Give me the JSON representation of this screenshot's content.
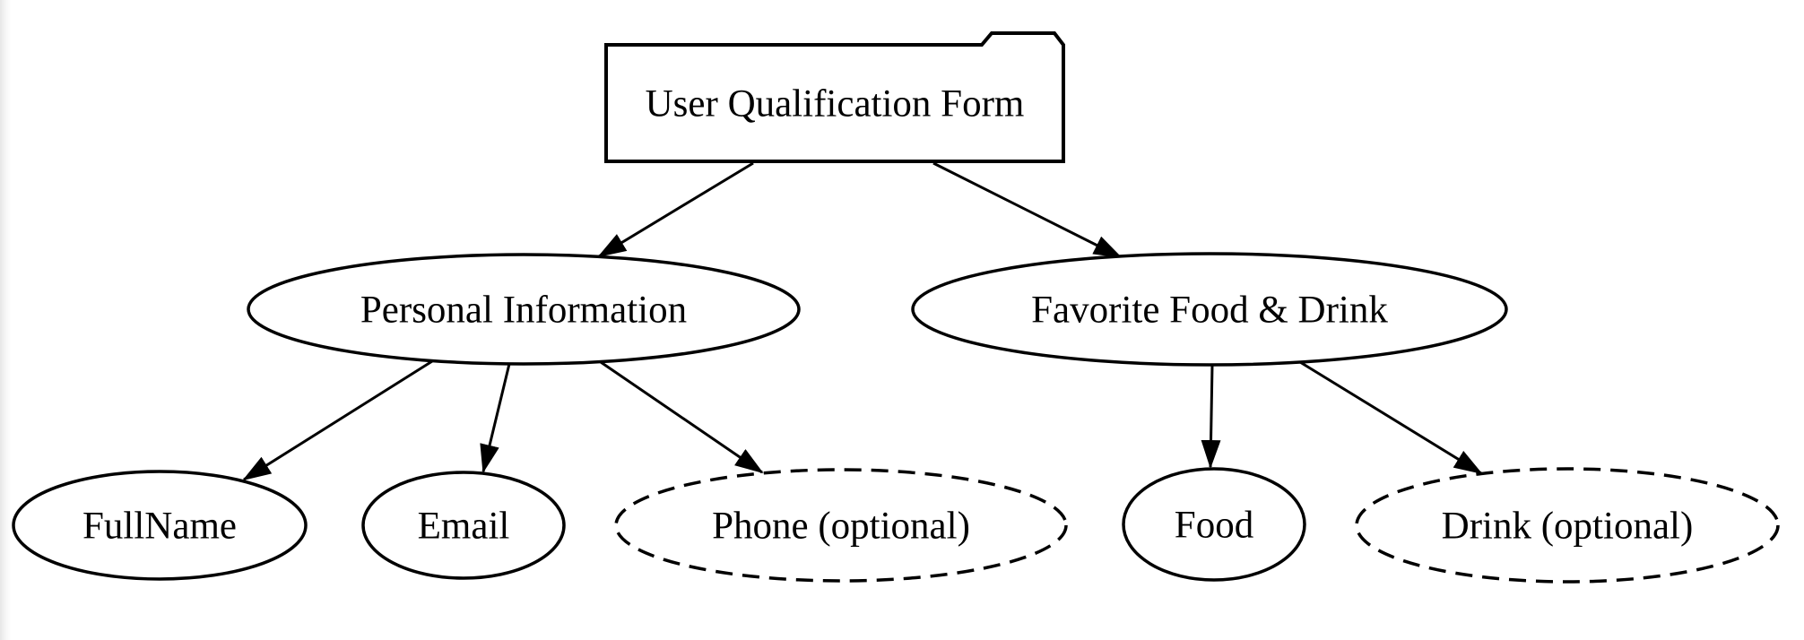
{
  "diagram": {
    "background_color": "#ffffff",
    "line_color": "#000000",
    "nodes": [
      {
        "id": "root",
        "label": "User Qualification Form",
        "shape": "folder",
        "border": "solid"
      },
      {
        "id": "personal",
        "label": "Personal Information",
        "shape": "ellipse",
        "border": "solid"
      },
      {
        "id": "favorite",
        "label": "Favorite Food & Drink",
        "shape": "ellipse",
        "border": "solid"
      },
      {
        "id": "fullname",
        "label": "FullName",
        "shape": "ellipse",
        "border": "solid"
      },
      {
        "id": "email",
        "label": "Email",
        "shape": "ellipse",
        "border": "solid"
      },
      {
        "id": "phone",
        "label": "Phone (optional)",
        "shape": "ellipse",
        "border": "dashed"
      },
      {
        "id": "food",
        "label": "Food",
        "shape": "ellipse",
        "border": "solid"
      },
      {
        "id": "drink",
        "label": "Drink (optional)",
        "shape": "ellipse",
        "border": "dashed"
      }
    ],
    "edges": [
      {
        "from": "root",
        "to": "personal"
      },
      {
        "from": "root",
        "to": "favorite"
      },
      {
        "from": "personal",
        "to": "fullname"
      },
      {
        "from": "personal",
        "to": "email"
      },
      {
        "from": "personal",
        "to": "phone"
      },
      {
        "from": "favorite",
        "to": "food"
      },
      {
        "from": "favorite",
        "to": "drink"
      }
    ]
  }
}
